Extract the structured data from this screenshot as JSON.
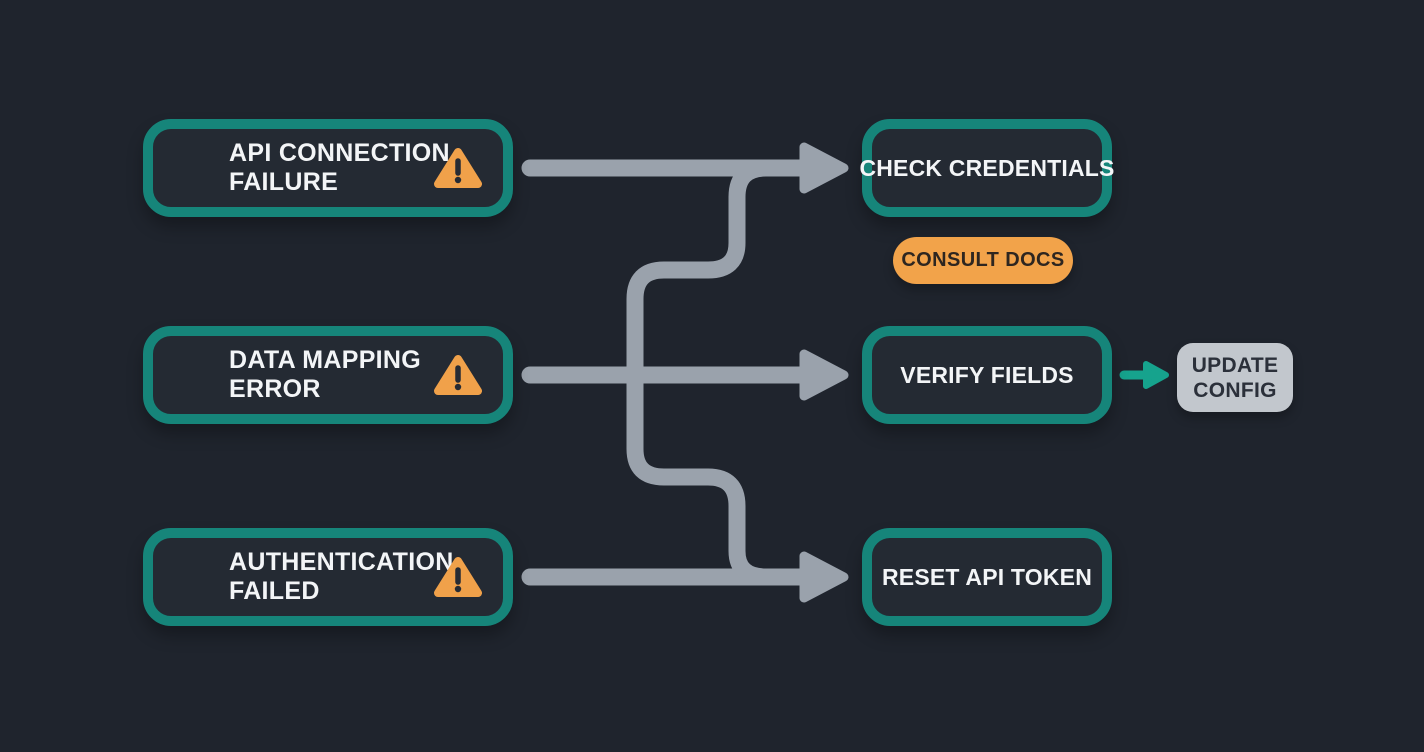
{
  "colors": {
    "background": "#1f242d",
    "node_fill": "#242a33",
    "teal_border": "#16857a",
    "teal_arrow": "#16a38d",
    "orange_accent": "#f2a34a",
    "arrow_gray": "#9aa2ac",
    "gray_box": "#c2c7cd",
    "text_light": "#f3f5f7",
    "text_dark_on_orange": "#2e2620",
    "text_dark_on_gray": "#2b303a"
  },
  "errors": [
    {
      "line1": "API CONNECTION",
      "line2": "FAILURE",
      "icon": "warning-icon"
    },
    {
      "line1": "DATA MAPPING",
      "line2": "ERROR",
      "icon": "warning-icon"
    },
    {
      "line1": "AUTHENTICATION",
      "line2": "FAILED",
      "icon": "warning-icon"
    }
  ],
  "solutions": [
    {
      "label": "CHECK CREDENTIALS"
    },
    {
      "label": "VERIFY FIELDS"
    },
    {
      "label": "RESET API TOKEN"
    }
  ],
  "consult_docs_label": "CONSULT DOCS",
  "update_config": {
    "line1": "UPDATE",
    "line2": "CONFIG"
  },
  "connections": [
    {
      "from": "API CONNECTION FAILURE",
      "to": "CHECK CREDENTIALS"
    },
    {
      "from": "DATA MAPPING ERROR",
      "to": "VERIFY FIELDS"
    },
    {
      "from": "AUTHENTICATION FAILED",
      "to": "RESET API TOKEN"
    },
    {
      "from": "CHECK CREDENTIALS branch",
      "to": "RESET API TOKEN merge"
    },
    {
      "from": "VERIFY FIELDS",
      "to": "UPDATE CONFIG"
    }
  ]
}
